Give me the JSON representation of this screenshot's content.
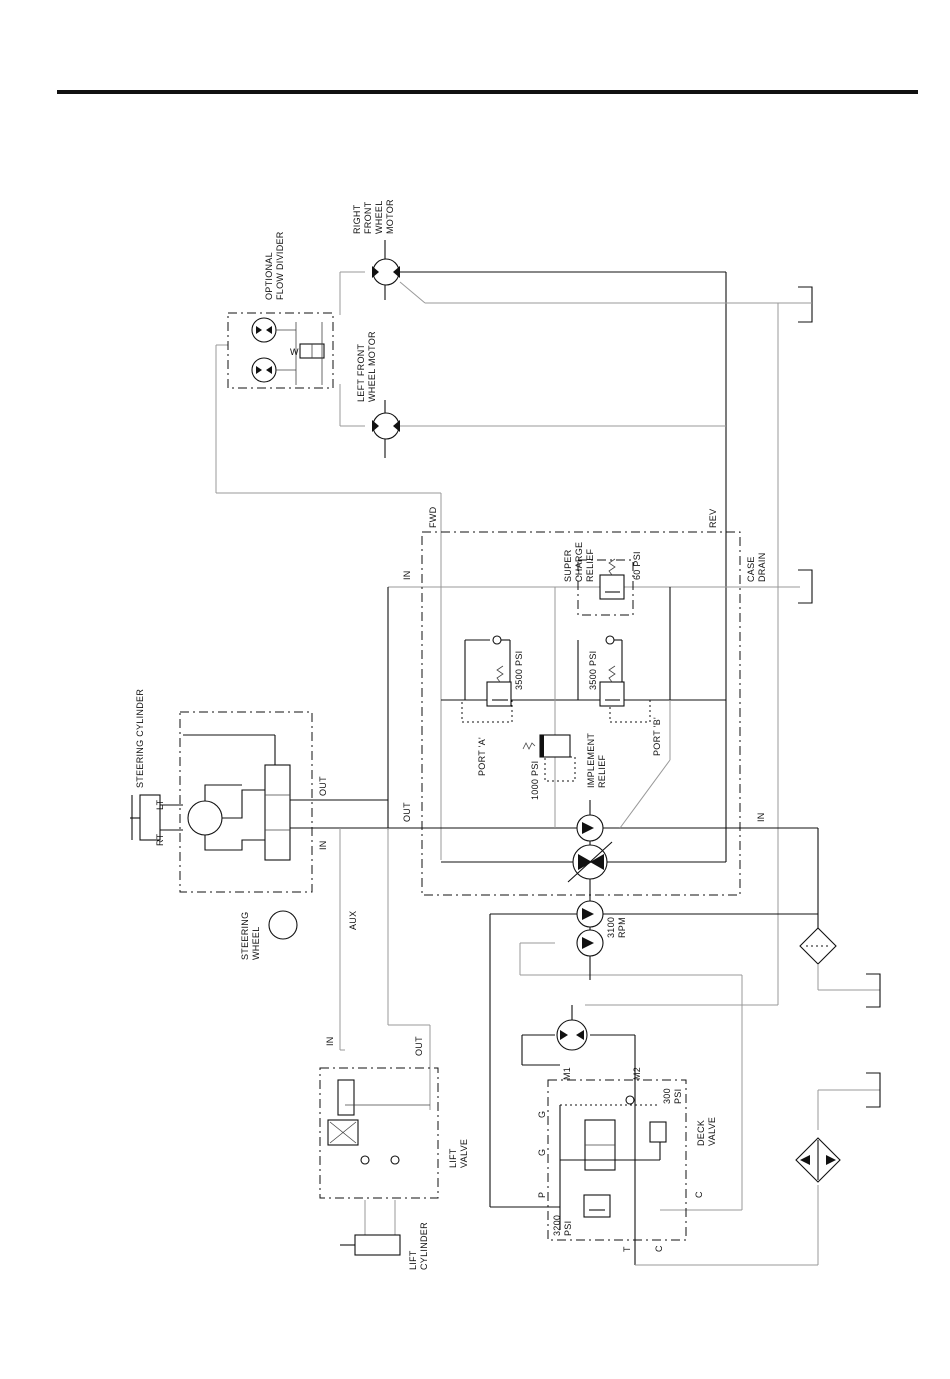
{
  "labels": {
    "optional_flow_divider": [
      "OPTIONAL",
      "FLOW DIVIDER"
    ],
    "right_front_wheel_motor": [
      "RIGHT",
      "FRONT",
      "WHEEL",
      "MOTOR"
    ],
    "left_front_wheel_motor": [
      "LEFT FRONT",
      "WHEEL MOTOR"
    ],
    "fwd": "FWD",
    "rev": "REV",
    "in_top": "IN",
    "super_charge_relief": [
      "SUPER",
      "CHARGE",
      "RELIEF"
    ],
    "psi_60": "60 PSI",
    "case_drain": [
      "CASE",
      "DRAIN"
    ],
    "psi_3500_a": "3500 PSI",
    "psi_3500_b": "3500 PSI",
    "port_a": "PORT 'A'",
    "port_b": "PORT 'B'",
    "psi_1000": "1000 PSI",
    "implement_relief": [
      "IMPLEMENT",
      "RELIEF"
    ],
    "out_mid": "OUT",
    "in_right": "IN",
    "steering_cylinder": "STEERING CYLINDER",
    "lt": "LT",
    "rt": "RT",
    "out_steer": "OUT",
    "in_steer": "IN",
    "steering_wheel": [
      "STEERING",
      "WHEEL"
    ],
    "aux": "AUX",
    "rpm": [
      "3100",
      "RPM"
    ],
    "in_lift": "IN",
    "out_lift": "OUT",
    "lift_valve": [
      "LIFT",
      "VALVE"
    ],
    "lift_cylinder": [
      "LIFT",
      "CYLINDER"
    ],
    "m1": "M1",
    "m2": "M2",
    "g1": "G",
    "g2": "G",
    "p": "P",
    "psi_300": [
      "300",
      "PSI"
    ],
    "deck_valve": [
      "DECK",
      "VALVE"
    ],
    "c1": "C",
    "c2": "C",
    "t": "T",
    "psi_3200": [
      "3200",
      "PSI"
    ]
  }
}
